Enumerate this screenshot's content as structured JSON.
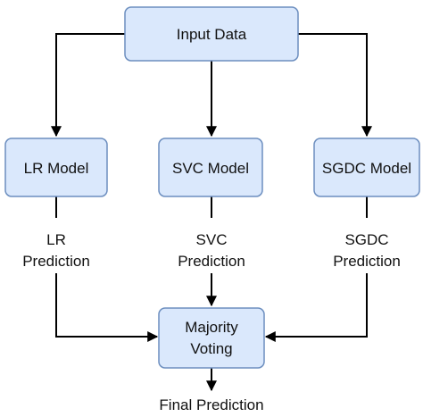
{
  "nodes": {
    "input": {
      "label": "Input Data"
    },
    "lr": {
      "label": "LR Model"
    },
    "svc": {
      "label": "SVC Model"
    },
    "sgdc": {
      "label": "SGDC Model"
    },
    "voting": {
      "line1": "Majority",
      "line2": "Voting"
    }
  },
  "labels": {
    "lr_prediction": {
      "line1": "LR",
      "line2": "Prediction"
    },
    "svc_prediction": {
      "line1": "SVC",
      "line2": "Prediction"
    },
    "sgdc_prediction": {
      "line1": "SGDC",
      "line2": "Prediction"
    },
    "final_prediction": "Final Prediction"
  },
  "colors": {
    "box_fill": "#dae8fc",
    "box_stroke": "#6c8ebf",
    "edge": "#000000"
  }
}
